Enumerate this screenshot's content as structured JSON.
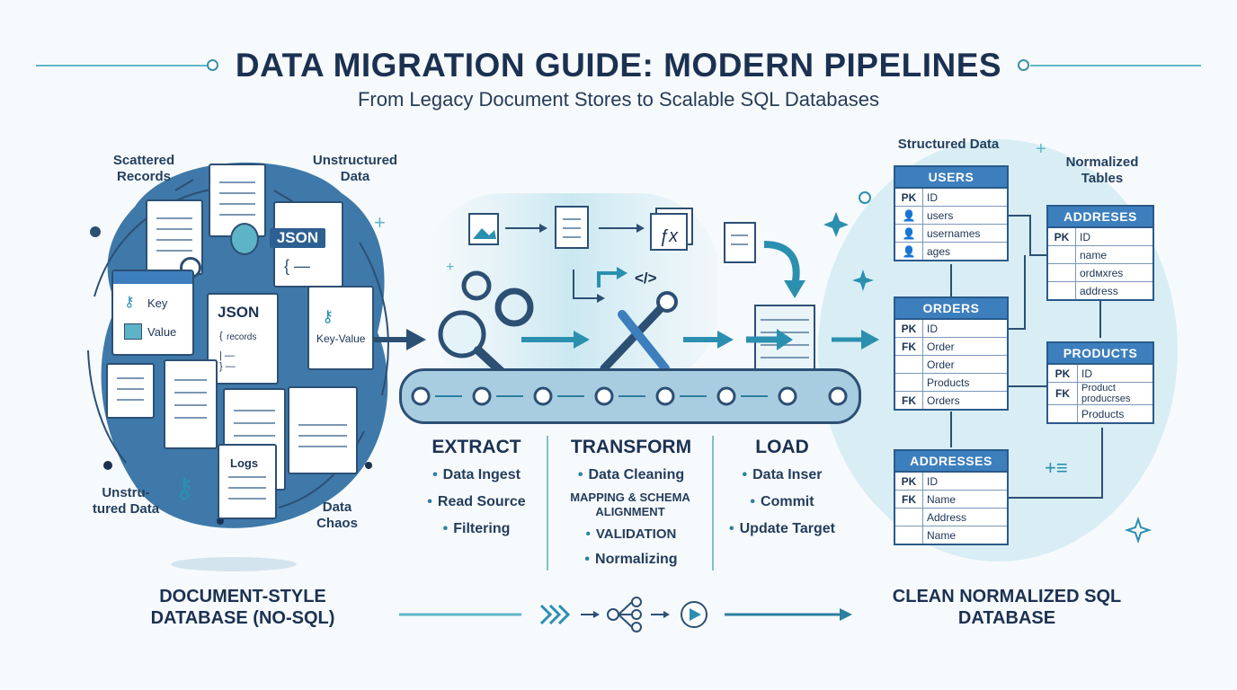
{
  "header": {
    "title": "DATA MIGRATION GUIDE: MODERN PIPELINES",
    "subtitle": "From Legacy Document Stores to Scalable SQL Databases"
  },
  "left": {
    "labels": {
      "scattered": "Scattered Records",
      "unstructured_top": "Unstructured Data",
      "unstructured_bottom": "Unstru-tured Data",
      "chaos": "Data Chaos"
    },
    "docs": {
      "json1": "JSON",
      "json2": "JSON",
      "records": "records",
      "key": "Key",
      "value": "Value",
      "key_value": "Key-Value",
      "logs": "Logs"
    },
    "bottom_label": "DOCUMENT-STYLE DATABASE (NO-SQL)"
  },
  "pipeline": {
    "extract": {
      "title": "EXTRACT",
      "items": [
        "Data Ingest",
        "Read Source",
        "Filtering"
      ]
    },
    "transform": {
      "title": "TRANSFORM",
      "items": [
        "Data Cleaning",
        "MAPPING & SCHEMA ALIGNMENT",
        "VALIDATION",
        "Normalizing"
      ]
    },
    "load": {
      "title": "LOAD",
      "items": [
        "Data Inser",
        "Commit",
        "Update Target"
      ]
    },
    "fx": "ƒx",
    "code": "</>"
  },
  "right": {
    "labels": {
      "structured": "Structured Data",
      "normalized": "Normalized Tables"
    },
    "tables": {
      "users": {
        "name": "USERS",
        "rows": [
          [
            "PK",
            "ID"
          ],
          [
            "",
            "users"
          ],
          [
            "",
            "usernames"
          ],
          [
            "",
            "ages"
          ]
        ]
      },
      "addresses_top": {
        "name": "ADDRESES",
        "rows": [
          [
            "PK",
            "ID"
          ],
          [
            "",
            "name"
          ],
          [
            "",
            "ordмxres"
          ],
          [
            "",
            "address"
          ]
        ]
      },
      "orders": {
        "name": "ORDERS",
        "rows": [
          [
            "PK",
            "ID"
          ],
          [
            "FK",
            "Order"
          ],
          [
            "",
            "Order"
          ],
          [
            "",
            "Products"
          ],
          [
            "FK",
            "Orders"
          ]
        ]
      },
      "products": {
        "name": "PRODUCTS",
        "rows": [
          [
            "PK",
            "ID"
          ],
          [
            "FK",
            "Product producrses"
          ],
          [
            "",
            "Products"
          ]
        ]
      },
      "addresses_bottom": {
        "name": "ADDRESSES",
        "rows": [
          [
            "PK",
            "ID"
          ],
          [
            "FK",
            "Name"
          ],
          [
            "",
            "Address"
          ],
          [
            "",
            "Name"
          ]
        ]
      }
    },
    "bottom_label": "CLEAN NORMALIZED SQL DATABASE"
  },
  "colors": {
    "navy": "#1b3152",
    "accent": "#2b8fb0",
    "table_header": "#3d7fbd",
    "bg": "#f7fafc"
  }
}
